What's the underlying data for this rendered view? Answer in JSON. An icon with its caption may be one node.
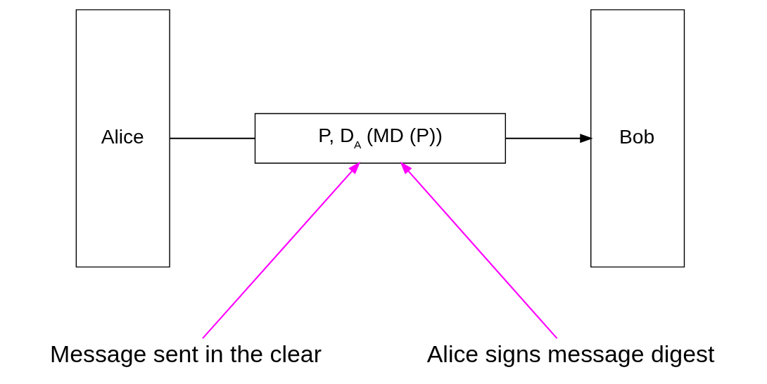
{
  "diagram": {
    "nodes": [
      {
        "text": [
          "Alice"
        ]
      },
      {
        "text": [
          "P, D$_{A}$ (MD (P))"
        ]
      },
      {
        "text": [
          "Bob"
        ]
      },
      {
        "text": [
          "Message sent in the clear"
        ]
      },
      {
        "text": [
          "Alice signs message digest"
        ]
      }
    ],
    "edges": [
      {
        "from": 0,
        "to": 1,
        "arrow": "none"
      },
      {
        "from": 1,
        "to": 2,
        "arrow": "to"
      },
      {
        "from": 3,
        "to": 1,
        "arrow": "to",
        "color": "#ff00ff"
      },
      {
        "from": 4,
        "to": 1,
        "arrow": "to",
        "color": "#ff00ff"
      }
    ]
  }
}
